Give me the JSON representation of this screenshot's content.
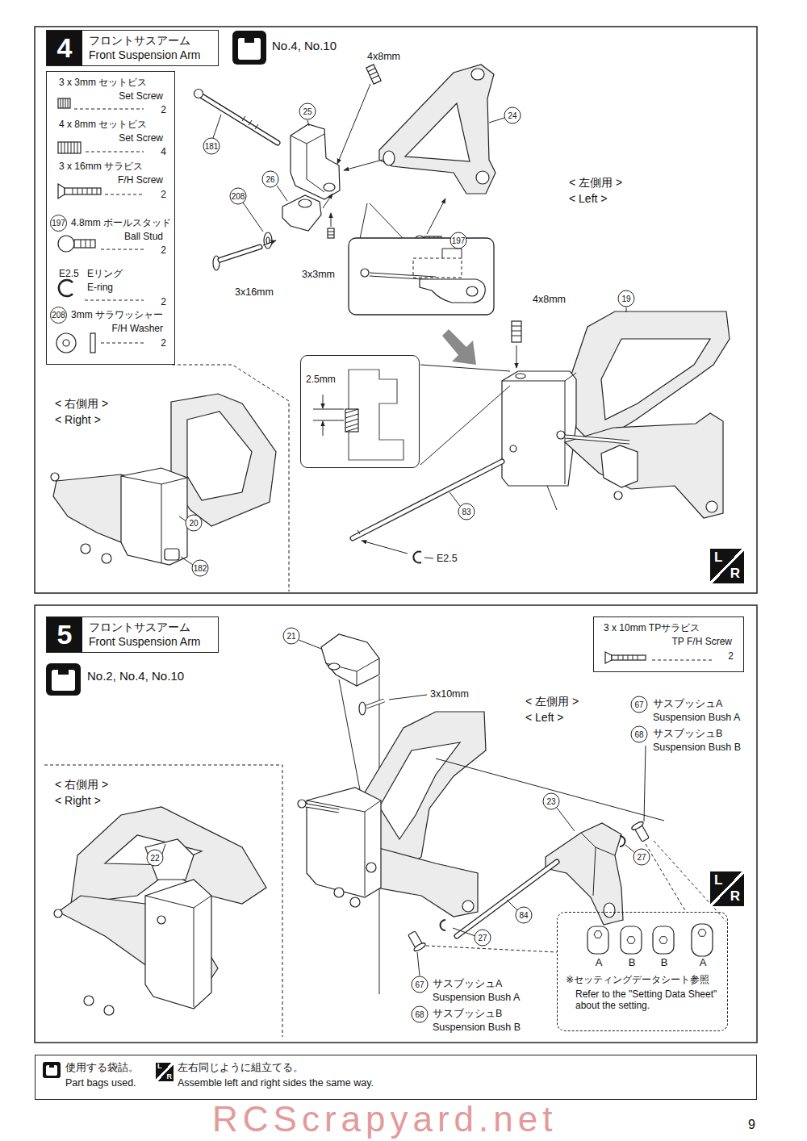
{
  "diagram": {
    "nodes": [
      {
        "text": [
          "4",
          "フロントサスアーム",
          "Front Suspension Arm"
        ]
      },
      {
        "text": [
          "3 x 3mm セットビス",
          "Set Screw",
          "2",
          "4 x 8mm セットビス",
          "Set Screw",
          "4",
          "3 x 16mm サラビス",
          "F/H Screw",
          "2",
          "197",
          "4.8mm ボールスタッド",
          "Ball Stud",
          "2",
          "E2.5",
          "Eリング",
          "E-ring",
          "2",
          "208",
          "3mm サラワッシャー",
          "F/H Washer",
          "2"
        ]
      },
      {
        "text": [
          "2.5mm"
        ]
      },
      {
        "text": [
          "L",
          "R"
        ]
      },
      {
        "text": [
          "5",
          "フロントサスアーム",
          "Front Suspension Arm"
        ]
      },
      {
        "text": [
          "3 x 10mm TPサラビス",
          "TP F/H Screw",
          "2"
        ]
      },
      {
        "text": [
          "L",
          "R"
        ]
      },
      {
        "text": [
          "A",
          "B",
          "B",
          "A",
          "※セッティングデータシート参照",
          "Refer to the \"Setting Data Sheet\" about the setting."
        ]
      },
      {
        "text": [
          "使用する袋詰。",
          "Part bags used.",
          "左右同じように組立てる。",
          "Assemble left and right sides the same way."
        ]
      },
      {
        "text": [
          "L",
          "R"
        ],
        "in": 8
      }
    ],
    "labels": [
      "No.4, No.10",
      "4x8mm",
      "25",
      "24",
      "181",
      "26",
      "208",
      "< 左側用 >",
      "< Left >",
      "197",
      "3x3mm",
      "3x16mm",
      "4x8mm",
      "19",
      "< 右側用 >",
      "< Right >",
      "20",
      "182",
      "83",
      "E2.5",
      "No.2, No.4, No.10",
      "21",
      "3x10mm",
      "< 左側用 >",
      "< Left >",
      "67",
      "サスブッシュA",
      "Suspension Bush A",
      "68",
      "サスブッシュB",
      "Suspension Bush B",
      "< 右側用 >",
      "< Right >",
      "22",
      "23",
      "27",
      "84",
      "27",
      "67",
      "サスブッシュA",
      "Suspension Bush A",
      "68",
      "サスブッシュB",
      "Suspension Bush B",
      "9",
      "RCScrapyard.net"
    ]
  }
}
